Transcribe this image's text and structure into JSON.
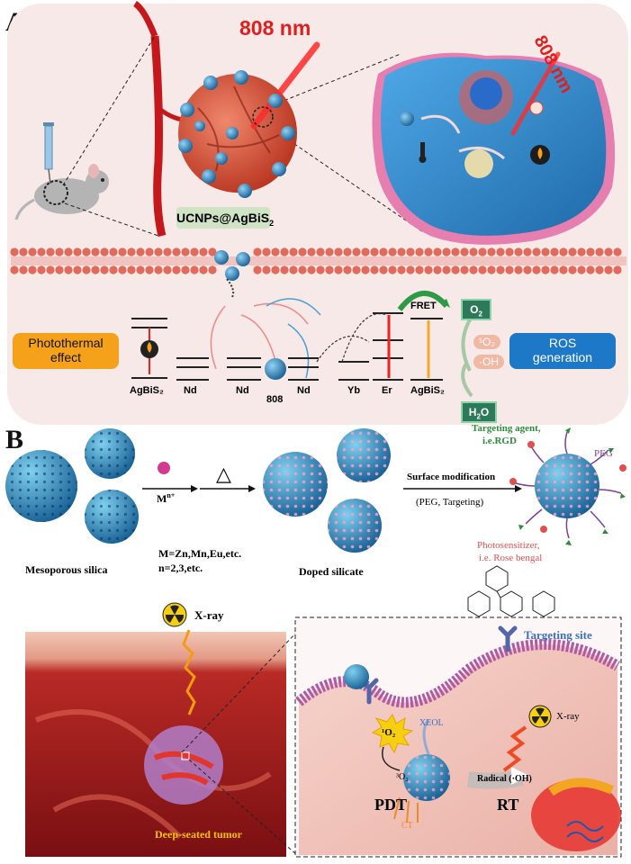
{
  "panel_a": {
    "letter": "A",
    "wavelength_top": "808 nm",
    "wavelength_right": "808 nm",
    "nanoparticle_label": "UCNPs@AgBiS",
    "nanoparticle_sub": "2",
    "photothermal_label_1": "Photothermal",
    "photothermal_label_2": "effect",
    "ros_label_1": "ROS",
    "ros_label_2": "generation",
    "fret_label": "FRET",
    "o2_box": "O",
    "o2_box_sub": "2",
    "singlet_o2": "¹O₂",
    "hydroxyl": "·OH",
    "h2o_box": "H",
    "h2o_box_sub": "2",
    "h2o_box_tail": "O",
    "excitation_label": "808",
    "energy_labels": [
      "AgBiS₂",
      "Nd",
      "Nd",
      "Nd",
      "Yb",
      "Er",
      "AgBiS₂"
    ]
  },
  "panel_b": {
    "letter": "B",
    "mesoporous_label": "Mesoporous silica",
    "ion_label": "M",
    "ion_sup": "n+",
    "heat_symbol": "△",
    "composition_1": "M=Zn,Mn,Eu,etc.",
    "composition_2": "n=2,3,etc.",
    "doped_label": "Doped silicate",
    "surface_mod_1": "Surface modification",
    "surface_mod_2": "(PEG, Targeting)",
    "targeting_agent_1": "Targeting agent,",
    "targeting_agent_2": "i.e.RGD",
    "peg_label": "PEG",
    "photosensitizer_1": "Photosensitizer,",
    "photosensitizer_2": "i.e. Rose bengal",
    "xray_label_left": "X-ray",
    "tumor_label": "Deep-seated tumor",
    "targeting_site": "Targeting site",
    "xeol_label": "XEOL",
    "xray_label_right": "X-ray",
    "singlet_o2": "¹O₂",
    "triplet_o2": "³O₂",
    "ct_label": "CT",
    "radical_label": "Radical (·OH)",
    "pdt_label": "PDT",
    "rt_label": "RT"
  },
  "colors": {
    "panel_a_bg": "#f4e6e6",
    "membrane": "#e06a5c",
    "tumor": "#d8573e",
    "nanoparticle": "#2f8fc4",
    "cell_blue": "#3a8fd1",
    "photothermal_box": "#f5a21a",
    "ros_box": "#1d78c8",
    "np_label_box": "#cfe4c4",
    "laser_red": "#e01e1e",
    "targeting_green": "#2e8b3a",
    "peg_purple": "#7b3f98",
    "ps_red": "#e05050",
    "xeol_blue": "#3d6fc0",
    "tumor_yellow": "#f2c200"
  },
  "icons": [
    "syringe-icon",
    "mouse-icon",
    "laser-icon",
    "radiation-icon",
    "dna-icon",
    "flame-icon",
    "thermometer-icon",
    "nanoparticle-icon"
  ]
}
